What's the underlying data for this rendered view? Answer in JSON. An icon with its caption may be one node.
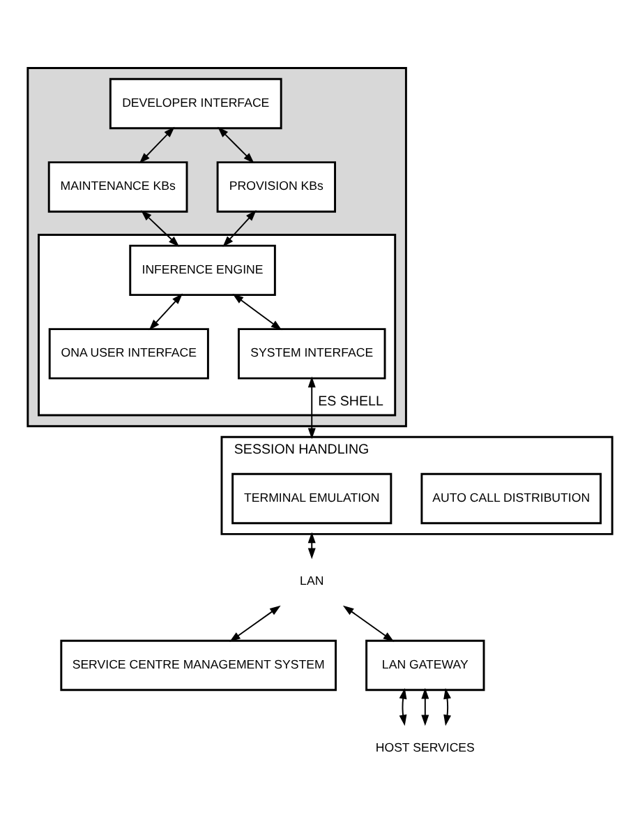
{
  "diagram": {
    "nodes": [
      {
        "text": [],
        "shape": "box"
      },
      {
        "text": [
          "DEVELOPER INTERFACE"
        ],
        "in": 0
      },
      {
        "text": [
          "MAINTENANCE KBs"
        ],
        "in": 0
      },
      {
        "text": [
          "PROVISION KBs"
        ],
        "in": 0
      },
      {
        "text": [
          "ES SHELL"
        ],
        "in": 0
      },
      {
        "text": [
          "INFERENCE ENGINE"
        ],
        "in": 4
      },
      {
        "text": [
          "ONA USER INTERFACE"
        ],
        "in": 4
      },
      {
        "text": [
          "SYSTEM INTERFACE"
        ],
        "in": 4
      },
      {
        "text": [
          "SESSION HANDLING"
        ]
      },
      {
        "text": [
          "AUTO CALL DISTRIBUTION"
        ],
        "in": 8
      },
      {
        "text": [
          "TERMINAL EMULATION"
        ],
        "in": 8
      },
      {
        "text": [
          "LAN"
        ]
      },
      {
        "text": [
          "SERVICE CENTRE MANAGEMENT SYSTEM"
        ]
      },
      {
        "text": [
          "LAN GATEWAY"
        ]
      },
      {
        "text": [
          "HOST SERVICES"
        ]
      }
    ],
    "edges": [
      {
        "from": 1,
        "to": 2,
        "arrow": "both"
      },
      {
        "from": 1,
        "to": 3,
        "arrow": "both"
      },
      {
        "from": 2,
        "to": 5,
        "arrow": "both"
      },
      {
        "from": 3,
        "to": 5,
        "arrow": "both"
      },
      {
        "from": 5,
        "to": 6,
        "arrow": "both"
      },
      {
        "from": 5,
        "to": 7,
        "arrow": "both"
      },
      {
        "from": 7,
        "to": 8,
        "arrow": "both"
      },
      {
        "from": 8,
        "to": 11,
        "arrow": "both"
      },
      {
        "from": 11,
        "to": 12,
        "arrow": "both"
      },
      {
        "from": 11,
        "to": 13,
        "arrow": "both"
      },
      {
        "from": 13,
        "to": 14,
        "arrow": "both"
      },
      {
        "from": 13,
        "to": 14,
        "arrow": "both"
      },
      {
        "from": 13,
        "to": 14,
        "arrow": "both"
      }
    ]
  }
}
